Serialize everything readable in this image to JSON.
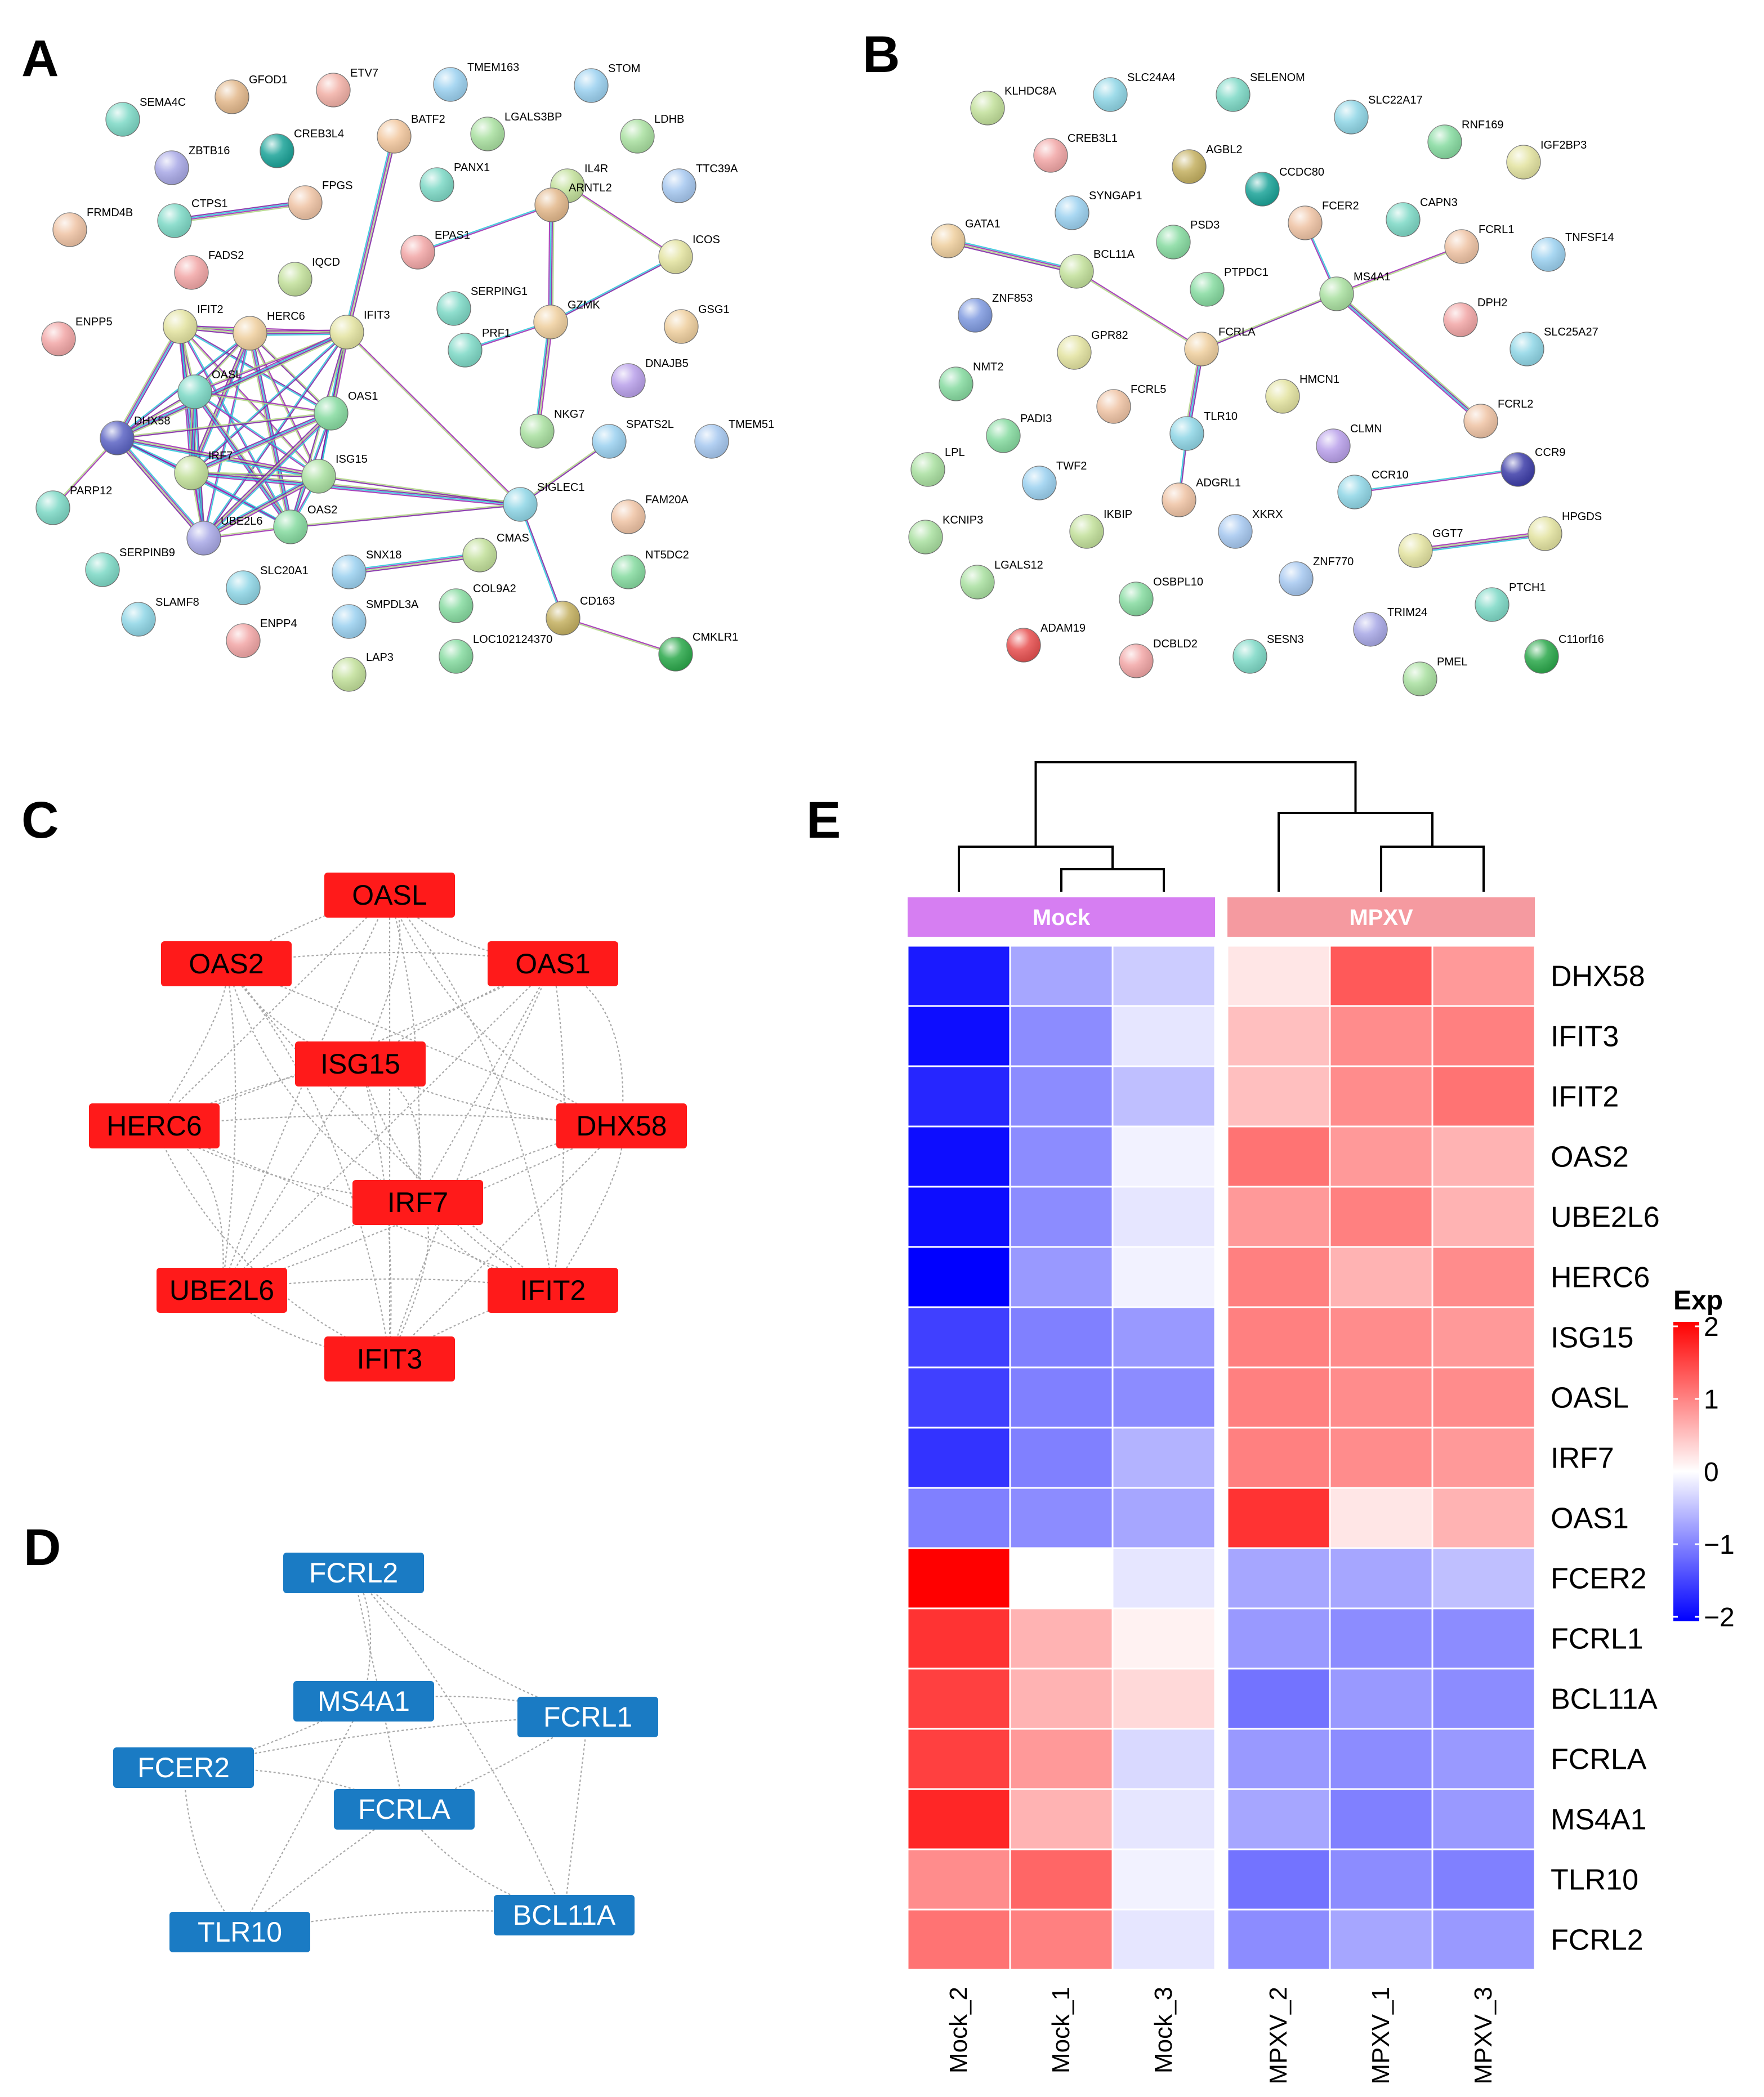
{
  "panels": {
    "a": {
      "letter": "A"
    },
    "b": {
      "letter": "B"
    },
    "c": {
      "letter": "C"
    },
    "d": {
      "letter": "D"
    },
    "e": {
      "letter": "E"
    }
  },
  "colors": {
    "hub_box_red": "#ff1a1a",
    "hub_box_blue": "#1a7bc4",
    "group_mock": "#d67ef2",
    "group_mpxv": "#f59aa0",
    "scale_high": "#ff0000",
    "scale_mid": "#ffffff",
    "scale_low": "#0000ff"
  },
  "network_a": {
    "nodes": [
      {
        "name": "SEMA4C",
        "color": "#7dd9c6"
      },
      {
        "name": "GFOD1",
        "color": "#e3b88b"
      },
      {
        "name": "ETV7",
        "color": "#f2b0a6"
      },
      {
        "name": "TMEM163",
        "color": "#9bd1f0"
      },
      {
        "name": "STOM",
        "color": "#9bd1f0"
      },
      {
        "name": "ZBTB16",
        "color": "#a8a8e6"
      },
      {
        "name": "CREB3L4",
        "color": "#1aa398"
      },
      {
        "name": "BATF2",
        "color": "#f2c79e"
      },
      {
        "name": "LGALS3BP",
        "color": "#a9e0a0"
      },
      {
        "name": "LDHB",
        "color": "#a9e0a0"
      },
      {
        "name": "PANX1",
        "color": "#7dd9c6"
      },
      {
        "name": "TTC39A",
        "color": "#a6c8f0"
      },
      {
        "name": "FPGS",
        "color": "#efc3a4"
      },
      {
        "name": "FRMD4B",
        "color": "#efc3a4"
      },
      {
        "name": "CTPS1",
        "color": "#7dd9c6"
      },
      {
        "name": "IL4R",
        "color": "#c2e09a"
      },
      {
        "name": "ARNTL2",
        "color": "#e3b88b"
      },
      {
        "name": "EPAS1",
        "color": "#f2a6a6"
      },
      {
        "name": "FADS2",
        "color": "#f2a6a6"
      },
      {
        "name": "ICOS",
        "color": "#e3e3a0"
      },
      {
        "name": "IQCD",
        "color": "#c2e09a"
      },
      {
        "name": "ENPP5",
        "color": "#f2a6a6"
      },
      {
        "name": "IFIT2",
        "color": "#e3e3a0"
      },
      {
        "name": "HERC6",
        "color": "#efcf9e"
      },
      {
        "name": "IFIT3",
        "color": "#e3e3a0"
      },
      {
        "name": "SERPING1",
        "color": "#7dd9c6"
      },
      {
        "name": "GZMK",
        "color": "#efcf9e"
      },
      {
        "name": "GSG1",
        "color": "#efcf9e"
      },
      {
        "name": "PRF1",
        "color": "#7dd9c6"
      },
      {
        "name": "DNAJB5",
        "color": "#b9a0ea"
      },
      {
        "name": "OASL",
        "color": "#7dd9c6"
      },
      {
        "name": "OAS1",
        "color": "#86dba0"
      },
      {
        "name": "DHX58",
        "color": "#5b63c4"
      },
      {
        "name": "NKG7",
        "color": "#a9e0a0"
      },
      {
        "name": "SPATS2L",
        "color": "#9bd1f0"
      },
      {
        "name": "TMEM51",
        "color": "#a6c8f0"
      },
      {
        "name": "IRF7",
        "color": "#c2e09a"
      },
      {
        "name": "ISG15",
        "color": "#a9e0a0"
      },
      {
        "name": "PARP12",
        "color": "#7dd9c6"
      },
      {
        "name": "SIGLEC1",
        "color": "#8fd6e6"
      },
      {
        "name": "UBE2L6",
        "color": "#a8a8e6"
      },
      {
        "name": "OAS2",
        "color": "#86dba0"
      },
      {
        "name": "FAM20A",
        "color": "#efc3a4"
      },
      {
        "name": "SERPINB9",
        "color": "#7dd9c6"
      },
      {
        "name": "SNX18",
        "color": "#9bd1f0"
      },
      {
        "name": "CMAS",
        "color": "#c2e09a"
      },
      {
        "name": "NT5DC2",
        "color": "#86dba0"
      },
      {
        "name": "SLC20A1",
        "color": "#8fd6e6"
      },
      {
        "name": "SLAMF8",
        "color": "#8fd6e6"
      },
      {
        "name": "SMPDL3A",
        "color": "#9bd1f0"
      },
      {
        "name": "COL9A2",
        "color": "#86dba0"
      },
      {
        "name": "CD163",
        "color": "#c4b060"
      },
      {
        "name": "ENPP4",
        "color": "#f2a6a6"
      },
      {
        "name": "LOC102124370",
        "color": "#86dba0"
      },
      {
        "name": "CMKLR1",
        "color": "#2aa84a"
      },
      {
        "name": "LAP3",
        "color": "#c2e09a"
      }
    ]
  },
  "network_b": {
    "nodes": [
      {
        "name": "KLHDC8A",
        "color": "#c2e09a"
      },
      {
        "name": "SLC24A4",
        "color": "#8fd6e6"
      },
      {
        "name": "SELENOM",
        "color": "#7dd9c6"
      },
      {
        "name": "SLC22A17",
        "color": "#8fd6e6"
      },
      {
        "name": "RNF169",
        "color": "#86dba0"
      },
      {
        "name": "IGF2BP3",
        "color": "#e3e3a0"
      },
      {
        "name": "CREB3L1",
        "color": "#f2a6a6"
      },
      {
        "name": "AGBL2",
        "color": "#c4b060"
      },
      {
        "name": "CCDC80",
        "color": "#1aa398"
      },
      {
        "name": "SYNGAP1",
        "color": "#9bd1f0"
      },
      {
        "name": "FCER2",
        "color": "#efc3a4"
      },
      {
        "name": "CAPN3",
        "color": "#7dd9c6"
      },
      {
        "name": "FCRL1",
        "color": "#efc3a4"
      },
      {
        "name": "TNFSF14",
        "color": "#9bd1f0"
      },
      {
        "name": "GATA1",
        "color": "#efcf9e"
      },
      {
        "name": "PSD3",
        "color": "#86dba0"
      },
      {
        "name": "BCL11A",
        "color": "#c2e09a"
      },
      {
        "name": "PTPDC1",
        "color": "#86dba0"
      },
      {
        "name": "MS4A1",
        "color": "#a9e0a0"
      },
      {
        "name": "ZNF853",
        "color": "#7f9ae0"
      },
      {
        "name": "DPH2",
        "color": "#f2a6a6"
      },
      {
        "name": "FCRLA",
        "color": "#efcf9e"
      },
      {
        "name": "SLC25A27",
        "color": "#8fd6e6"
      },
      {
        "name": "GPR82",
        "color": "#e3e3a0"
      },
      {
        "name": "NMT2",
        "color": "#86dba0"
      },
      {
        "name": "HMCN1",
        "color": "#e3e3a0"
      },
      {
        "name": "FCRL5",
        "color": "#efc3a4"
      },
      {
        "name": "PADI3",
        "color": "#86dba0"
      },
      {
        "name": "TLR10",
        "color": "#8fd6e6"
      },
      {
        "name": "FCRL2",
        "color": "#efc3a4"
      },
      {
        "name": "CLMN",
        "color": "#b9a0ea"
      },
      {
        "name": "LPL",
        "color": "#a9e0a0"
      },
      {
        "name": "TWF2",
        "color": "#9bd1f0"
      },
      {
        "name": "CCR10",
        "color": "#8fd6e6"
      },
      {
        "name": "CCR9",
        "color": "#3c3ca8"
      },
      {
        "name": "ADGRL1",
        "color": "#efc3a4"
      },
      {
        "name": "IKBIP",
        "color": "#c2e09a"
      },
      {
        "name": "XKRX",
        "color": "#a6c8f0"
      },
      {
        "name": "KCNIP3",
        "color": "#a9e0a0"
      },
      {
        "name": "HPGDS",
        "color": "#e3e3a0"
      },
      {
        "name": "GGT7",
        "color": "#e3e3a0"
      },
      {
        "name": "LGALS12",
        "color": "#a9e0a0"
      },
      {
        "name": "OSBPL10",
        "color": "#86dba0"
      },
      {
        "name": "ZNF770",
        "color": "#a6c8f0"
      },
      {
        "name": "PTCH1",
        "color": "#7dd9c6"
      },
      {
        "name": "ADAM19",
        "color": "#e85050"
      },
      {
        "name": "TRIM24",
        "color": "#a8a8e6"
      },
      {
        "name": "C11orf16",
        "color": "#2aa84a"
      },
      {
        "name": "DCBLD2",
        "color": "#f2a6a6"
      },
      {
        "name": "SESN3",
        "color": "#7dd9c6"
      },
      {
        "name": "PMEL",
        "color": "#a9e0a0"
      }
    ]
  },
  "network_c": {
    "boxes": [
      "OASL",
      "OAS2",
      "OAS1",
      "ISG15",
      "HERC6",
      "DHX58",
      "IRF7",
      "UBE2L6",
      "IFIT2",
      "IFIT3"
    ]
  },
  "network_d": {
    "boxes": [
      "FCRL2",
      "MS4A1",
      "FCRL1",
      "FCER2",
      "FCRLA",
      "TLR10",
      "BCL11A"
    ]
  },
  "chart_data": {
    "type": "heatmap",
    "groups": [
      "Mock",
      "MPXV"
    ],
    "columns": [
      "Mock_2",
      "Mock_1",
      "Mock_3",
      "MPXV_2",
      "MPXV_1",
      "MPXV_3"
    ],
    "rows": [
      "DHX58",
      "IFIT3",
      "IFIT2",
      "OAS2",
      "UBE2L6",
      "HERC6",
      "ISG15",
      "OASL",
      "IRF7",
      "OAS1",
      "FCER2",
      "FCRL1",
      "BCL11A",
      "FCRLA",
      "MS4A1",
      "TLR10",
      "FCRL2"
    ],
    "values": [
      [
        -1.8,
        -0.7,
        -0.4,
        0.2,
        1.3,
        0.8
      ],
      [
        -1.9,
        -0.9,
        -0.2,
        0.5,
        0.9,
        1.0
      ],
      [
        -1.7,
        -0.9,
        -0.5,
        0.5,
        0.9,
        1.1
      ],
      [
        -1.9,
        -0.9,
        -0.1,
        1.1,
        0.8,
        0.6
      ],
      [
        -1.9,
        -0.9,
        -0.2,
        0.8,
        1.0,
        0.6
      ],
      [
        -2.0,
        -0.8,
        -0.1,
        1.0,
        0.6,
        0.9
      ],
      [
        -1.5,
        -1.0,
        -0.8,
        1.0,
        0.9,
        0.8
      ],
      [
        -1.5,
        -1.0,
        -0.9,
        1.0,
        0.9,
        0.9
      ],
      [
        -1.6,
        -1.0,
        -0.6,
        1.0,
        0.9,
        0.8
      ],
      [
        -1.0,
        -0.9,
        -0.7,
        1.6,
        0.2,
        0.6
      ],
      [
        2.0,
        0.0,
        -0.2,
        -0.7,
        -0.7,
        -0.5
      ],
      [
        1.6,
        0.6,
        0.1,
        -0.8,
        -0.9,
        -0.9
      ],
      [
        1.5,
        0.6,
        0.3,
        -1.1,
        -0.8,
        -0.9
      ],
      [
        1.5,
        0.8,
        -0.3,
        -0.8,
        -0.9,
        -0.8
      ],
      [
        1.7,
        0.6,
        -0.2,
        -0.7,
        -1.0,
        -0.8
      ],
      [
        0.9,
        1.2,
        -0.1,
        -1.1,
        -0.9,
        -1.0
      ],
      [
        1.1,
        1.0,
        -0.2,
        -0.9,
        -0.7,
        -0.8
      ]
    ],
    "legend": {
      "title": "Exp",
      "ticks": [
        "2",
        "1",
        "0",
        "−1",
        "−2"
      ],
      "range": [
        -2,
        2
      ]
    }
  }
}
